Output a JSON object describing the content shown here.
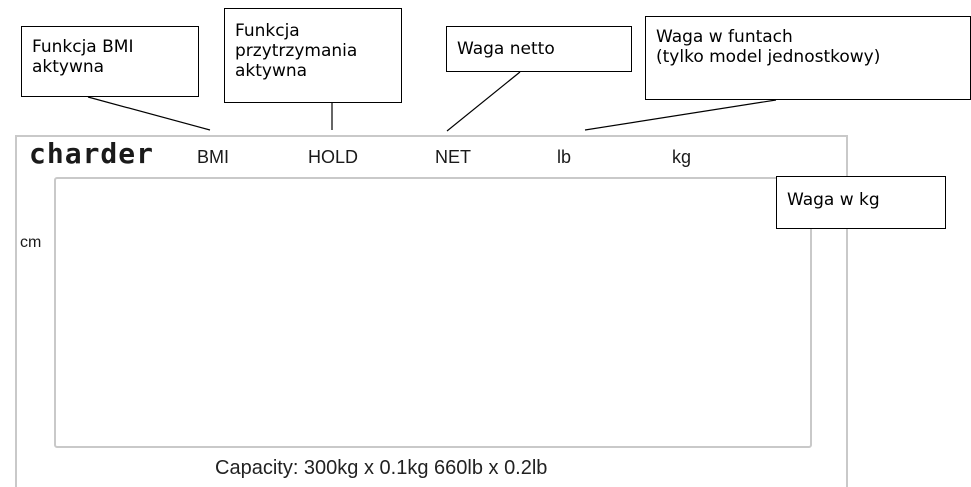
{
  "callouts": {
    "bmi": "Funkcja BMI\naktywna",
    "hold": "Funkcja\nprzytrzymania\naktywna",
    "net": "Waga netto",
    "lb": "Waga w funtach\n(tylko model jednostkowy)",
    "kg": "Waga w kg"
  },
  "display": {
    "brand": "charder",
    "indicators": {
      "bmi": "BMI",
      "hold": "HOLD",
      "net": "NET",
      "lb": "lb",
      "kg": "kg"
    },
    "unit_cm": "cm",
    "capacity": "Capacity: 300kg x 0.1kg  660lb x 0.2lb"
  }
}
